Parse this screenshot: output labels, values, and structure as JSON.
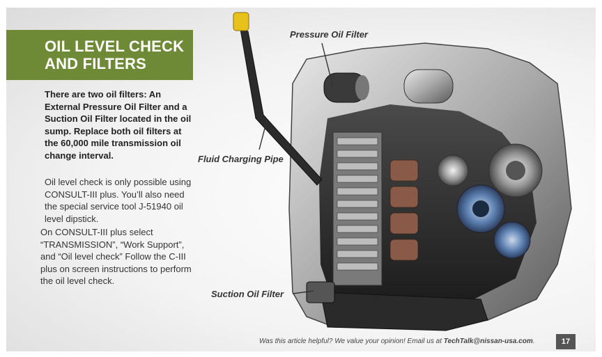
{
  "title": {
    "line1": "OIL LEVEL CHECK",
    "line2": "AND FILTERS"
  },
  "body": {
    "bold_intro": "There are two oil filters: An External Pressure Oil Filter and a Suction Oil Filter located in the oil sump. Replace both oil filters at the 60,000 mile transmission oil change interval.",
    "para_consult": "Oil level check is only possible using CONSULT-III plus. You’ll also need the special service tool J-51940 oil level dipstick.",
    "para_steps": "On CONSULT-III plus select “TRANSMISSION”, “Work Support”, and “Oil level check” Follow the C-III plus on screen instructions to perform the oil level check."
  },
  "callouts": {
    "pressure_filter": "Pressure Oil Filter",
    "charging_pipe": "Fluid Charging Pipe",
    "suction_filter": "Suction Oil Filter"
  },
  "footer": {
    "text": "Was this article helpful?  We value your opinion!  Email us at",
    "email": "TechTalk@nissan-usa.com",
    "end": ".",
    "page_number": "17"
  },
  "colors": {
    "title_band": "#6e8a36",
    "dipstick_cap": "#e8c21a"
  }
}
